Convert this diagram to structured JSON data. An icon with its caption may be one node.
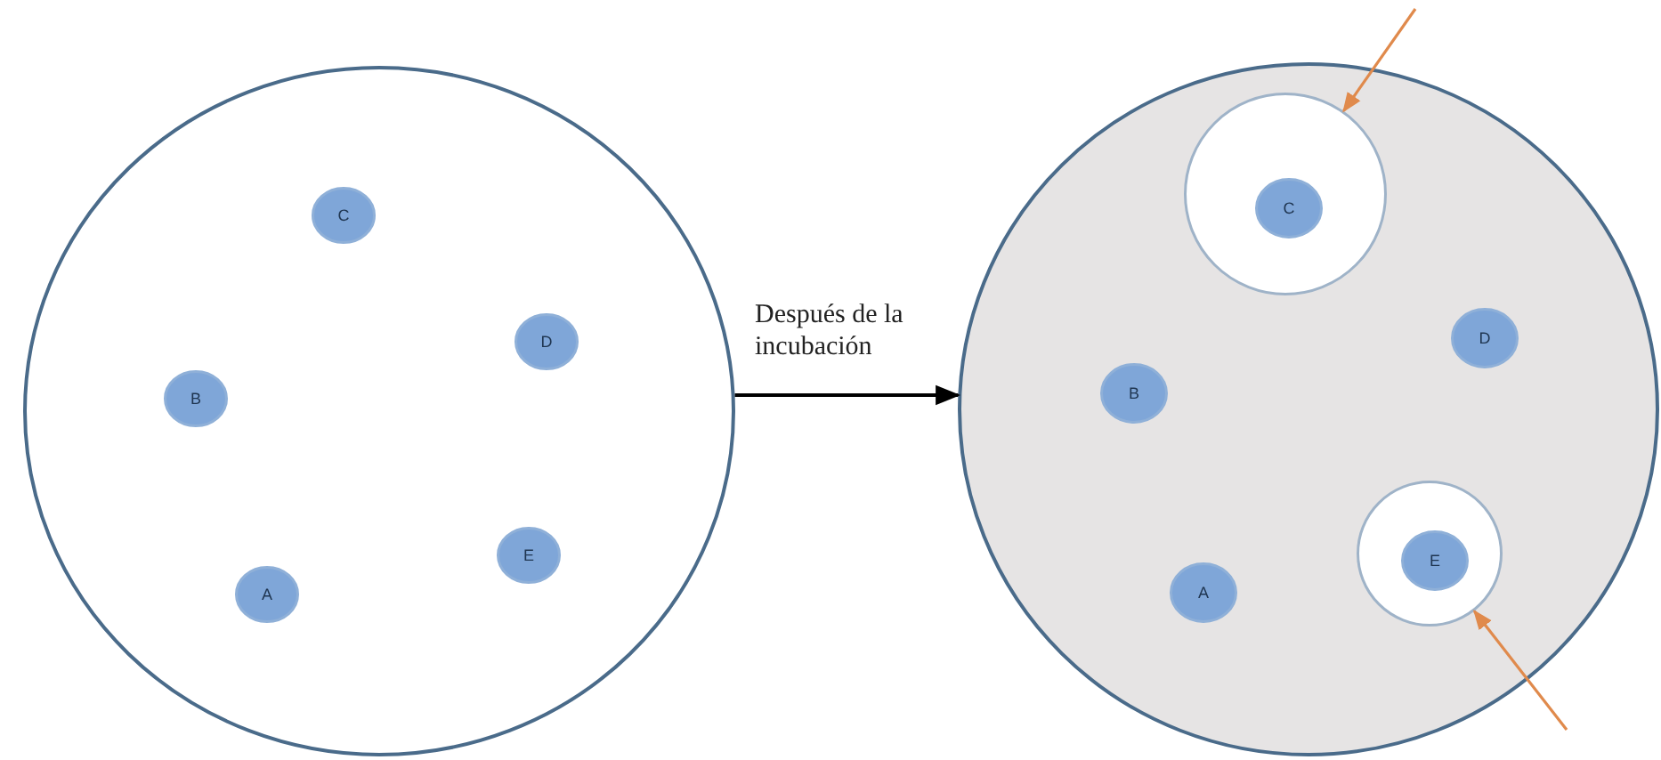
{
  "diagram": {
    "nodes": [
      {
        "text": [],
        "shape": "circle"
      },
      {
        "text": [
          "C"
        ],
        "in": 0
      },
      {
        "text": [
          "D"
        ],
        "in": 0
      },
      {
        "text": [
          "B"
        ],
        "in": 0
      },
      {
        "text": [
          "E"
        ],
        "in": 0
      },
      {
        "text": [
          "A"
        ],
        "in": 0
      },
      {
        "text": [],
        "shape": "circle"
      },
      {
        "text": [],
        "shape": "circle",
        "in": 6
      },
      {
        "text": [
          "C"
        ],
        "in": 7
      },
      {
        "text": [
          "D"
        ],
        "in": 6
      },
      {
        "text": [
          "B"
        ],
        "in": 6
      },
      {
        "text": [],
        "shape": "circle",
        "in": 6
      },
      {
        "text": [
          "E"
        ],
        "in": 11
      },
      {
        "text": [
          "A"
        ],
        "in": 6
      }
    ],
    "edges": [
      {
        "from": 0,
        "to": 6,
        "arrow": "to",
        "label": "Después de la incubación",
        "color": "#000000"
      },
      {
        "from": null,
        "to": 7,
        "arrow": "to",
        "color": "#e08a4c"
      },
      {
        "from": null,
        "to": 11,
        "arrow": "to",
        "color": "#e08a4c"
      }
    ]
  }
}
